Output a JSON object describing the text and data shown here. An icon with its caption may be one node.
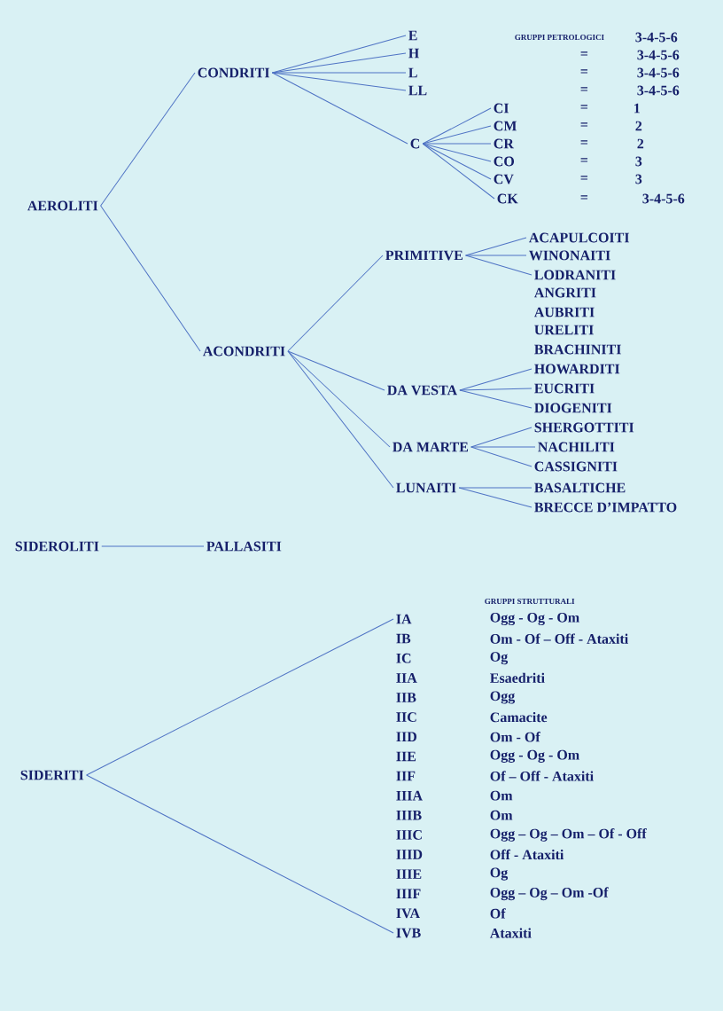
{
  "diagram": {
    "nodes": [
      {
        "text": [
          "AEROLITI"
        ]
      },
      {
        "text": [
          "CONDRITI"
        ]
      },
      {
        "text": [
          "E"
        ]
      },
      {
        "text": [
          "H"
        ]
      },
      {
        "text": [
          "L"
        ]
      },
      {
        "text": [
          "LL"
        ]
      },
      {
        "text": [
          "C"
        ]
      },
      {
        "text": [
          "CI"
        ]
      },
      {
        "text": [
          "CM"
        ]
      },
      {
        "text": [
          "CR"
        ]
      },
      {
        "text": [
          "CO"
        ]
      },
      {
        "text": [
          "CV"
        ]
      },
      {
        "text": [
          "CK"
        ]
      },
      {
        "text": [
          "ACONDRITI"
        ]
      },
      {
        "text": [
          "PRIMITIVE"
        ]
      },
      {
        "text": [
          "ACAPULCOITI"
        ]
      },
      {
        "text": [
          "WINONAITI"
        ]
      },
      {
        "text": [
          "LODRANITI"
        ]
      },
      {
        "text": [
          "DA VESTA"
        ]
      },
      {
        "text": [
          "HOWARDITI"
        ]
      },
      {
        "text": [
          "EUCRITI"
        ]
      },
      {
        "text": [
          "DIOGENITI"
        ]
      },
      {
        "text": [
          "DA MARTE"
        ]
      },
      {
        "text": [
          "SHERGOTTITI"
        ]
      },
      {
        "text": [
          "NACHILITI"
        ]
      },
      {
        "text": [
          "CASSIGNITI"
        ]
      },
      {
        "text": [
          "LUNAITI"
        ]
      },
      {
        "text": [
          "BASALTICHE"
        ]
      },
      {
        "text": [
          "BRECCE D’IMPATTO"
        ]
      },
      {
        "text": [
          "SIDEROLITI"
        ]
      },
      {
        "text": [
          "PALLASITI"
        ]
      },
      {
        "text": [
          "SIDERITI"
        ]
      },
      {
        "text": [
          "IA"
        ]
      },
      {
        "text": [
          "IVB"
        ]
      }
    ],
    "edges": [
      {
        "from": 0,
        "to": 1,
        "arrow": "none"
      },
      {
        "from": 0,
        "to": 13,
        "arrow": "none"
      },
      {
        "from": 1,
        "to": 2,
        "arrow": "none"
      },
      {
        "from": 1,
        "to": 3,
        "arrow": "none"
      },
      {
        "from": 1,
        "to": 4,
        "arrow": "none"
      },
      {
        "from": 1,
        "to": 5,
        "arrow": "none"
      },
      {
        "from": 1,
        "to": 6,
        "arrow": "none"
      },
      {
        "from": 6,
        "to": 7,
        "arrow": "none"
      },
      {
        "from": 6,
        "to": 8,
        "arrow": "none"
      },
      {
        "from": 6,
        "to": 9,
        "arrow": "none"
      },
      {
        "from": 6,
        "to": 10,
        "arrow": "none"
      },
      {
        "from": 6,
        "to": 11,
        "arrow": "none"
      },
      {
        "from": 6,
        "to": 12,
        "arrow": "none"
      },
      {
        "from": 13,
        "to": 14,
        "arrow": "none"
      },
      {
        "from": 13,
        "to": 18,
        "arrow": "none"
      },
      {
        "from": 13,
        "to": 22,
        "arrow": "none"
      },
      {
        "from": 13,
        "to": 26,
        "arrow": "none"
      },
      {
        "from": 14,
        "to": 15,
        "arrow": "none"
      },
      {
        "from": 14,
        "to": 16,
        "arrow": "none"
      },
      {
        "from": 14,
        "to": 17,
        "arrow": "none"
      },
      {
        "from": 18,
        "to": 19,
        "arrow": "none"
      },
      {
        "from": 18,
        "to": 20,
        "arrow": "none"
      },
      {
        "from": 18,
        "to": 21,
        "arrow": "none"
      },
      {
        "from": 22,
        "to": 23,
        "arrow": "none"
      },
      {
        "from": 22,
        "to": 24,
        "arrow": "none"
      },
      {
        "from": 22,
        "to": 25,
        "arrow": "none"
      },
      {
        "from": 26,
        "to": 27,
        "arrow": "none"
      },
      {
        "from": 26,
        "to": 28,
        "arrow": "none"
      },
      {
        "from": 29,
        "to": 30,
        "arrow": "none"
      },
      {
        "from": 31,
        "to": 32,
        "arrow": "none"
      },
      {
        "from": 31,
        "to": 33,
        "arrow": "none"
      }
    ],
    "labels": [
      "GRUPPI PETROLOGICI",
      "3-4-5-6",
      "=",
      "3-4-5-6",
      "=",
      "3-4-5-6",
      "=",
      "3-4-5-6",
      "=",
      "1",
      "=",
      "2",
      "=",
      "2",
      "=",
      "3",
      "=",
      "3",
      "=",
      "3-4-5-6",
      "ANGRITI",
      "AUBRITI",
      "URELITI",
      "BRACHINITI",
      "GRUPPI STRUTTURALI",
      "Ogg - Og - Om",
      "IB",
      "Om - Of – Off - Ataxiti",
      "IC",
      "Og",
      "IIA",
      "Esaedriti",
      "IIB",
      "Ogg",
      "IIC",
      "Camacite",
      "IID",
      "Om - Of",
      "IIE",
      "Ogg - Og - Om",
      "IIF",
      "Of – Off - Ataxiti",
      "IIIA",
      "Om",
      "IIIB",
      "Om",
      "IIIC",
      "Ogg – Og – Om – Of - Off",
      "IIID",
      "Off - Ataxiti",
      "IIIE",
      "Og",
      "IIIF",
      "Ogg – Og – Om -Of",
      "IVA",
      "Of",
      "Ataxiti"
    ]
  }
}
